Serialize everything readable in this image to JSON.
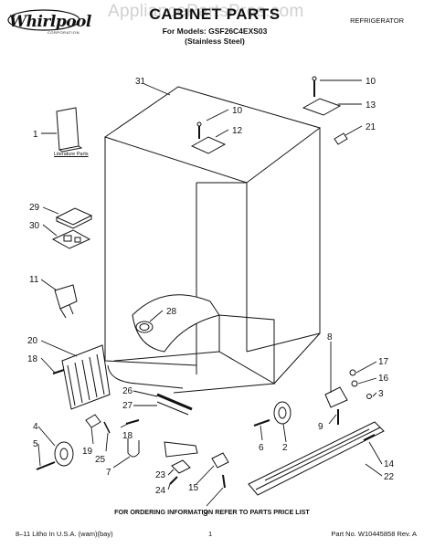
{
  "header": {
    "brand": "Whirlpool",
    "brand_sub": "CORPORATION",
    "watermark": "AppliancePartsPros.com",
    "title": "CABINET PARTS",
    "model_line": "For Models: GSF26C4EXS03",
    "model_variant": "(Stainless Steel)",
    "category": "REFRIGERATOR"
  },
  "diagram": {
    "literature_label": "Literature Parts",
    "callouts": {
      "c1": "1",
      "c2": "2",
      "c3a": "3",
      "c3b": "3",
      "c4": "4",
      "c5": "5",
      "c6": "6",
      "c7": "7",
      "c8": "8",
      "c9": "9",
      "c10a": "10",
      "c10b": "10",
      "c11": "11",
      "c12": "12",
      "c13": "13",
      "c14": "14",
      "c15": "15",
      "c16": "16",
      "c17": "17",
      "c18a": "18",
      "c18b": "18",
      "c19": "19",
      "c20": "20",
      "c21": "21",
      "c22": "22",
      "c23": "23",
      "c24": "24",
      "c25": "25",
      "c26": "26",
      "c27": "27",
      "c28": "28",
      "c29": "29",
      "c30": "30",
      "c31": "31"
    }
  },
  "footer": {
    "note": "FOR ORDERING INFORMATION REFER TO PARTS PRICE LIST",
    "printing": "8–11 Litho In U.S.A. (wam)(bay)",
    "page": "1",
    "part_no": "Part No. W10445858 Rev. A"
  }
}
